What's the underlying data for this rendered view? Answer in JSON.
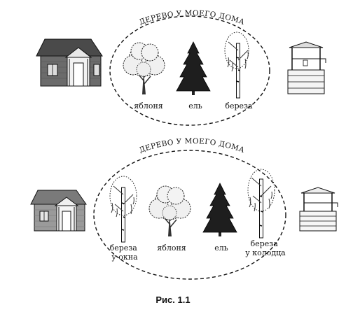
{
  "figures": [
    {
      "title": "ДЕРЕВО У МОЕГО ДОМА",
      "tree_labels": [
        "яблоня",
        "ель",
        "береза"
      ]
    },
    {
      "title": "ДЕРЕВО У МОЕГО ДОМА",
      "tree_labels": [
        [
          "береза",
          "у окна"
        ],
        [
          "яблоня"
        ],
        [
          "ель"
        ],
        [
          "береза",
          "у колодца"
        ]
      ]
    }
  ],
  "caption": "Рис. 1.1",
  "icons": [
    "house-icon",
    "well-icon",
    "apple-tree-icon",
    "spruce-tree-icon",
    "birch-tree-icon"
  ]
}
